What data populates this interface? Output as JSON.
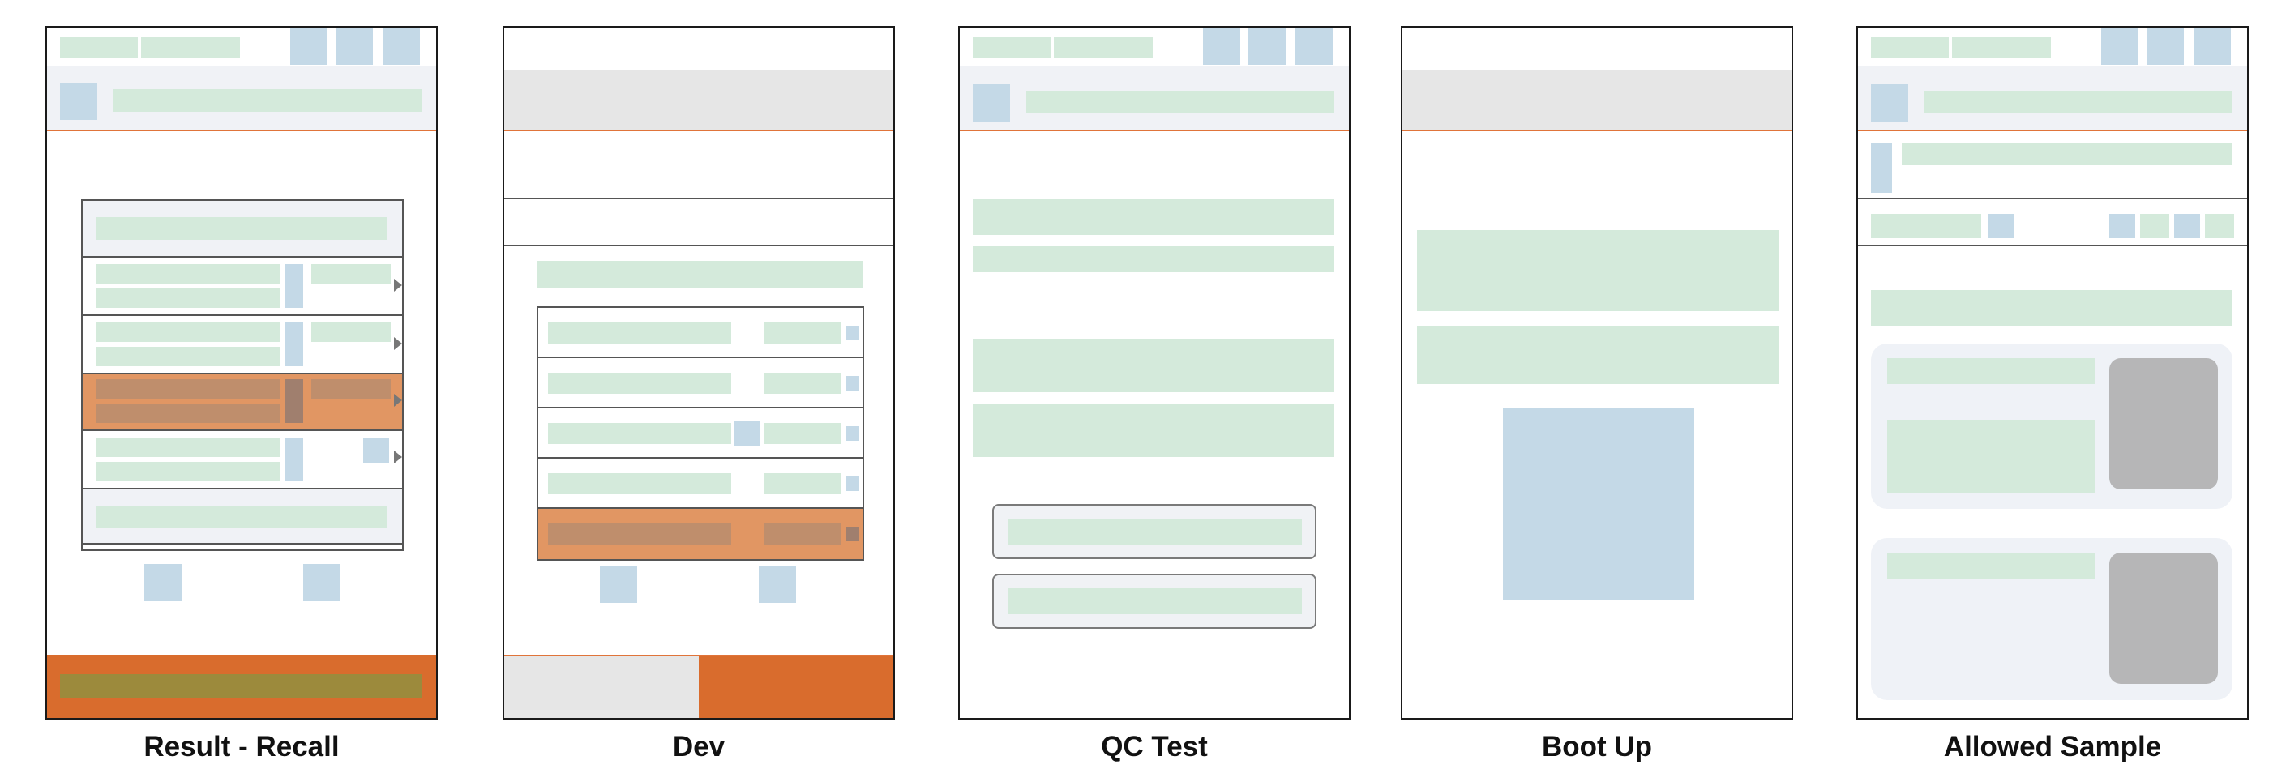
{
  "captions": {
    "result_recall": "Result - Recall",
    "dev": "Dev",
    "qc_test": "QC Test",
    "boot_up": "Boot Up",
    "allowed_sample": "Allowed Sample"
  },
  "colors": {
    "border": "#1a1a1a",
    "text_placeholder": "#d4eadb",
    "icon_placeholder": "#c4d9e7",
    "header_gray": "#e6e6e6",
    "highlight_row": "#e19663",
    "accent_orange": "#d96c2d",
    "divider_orange": "#e0743a",
    "image_placeholder": "#b6b6b7"
  }
}
